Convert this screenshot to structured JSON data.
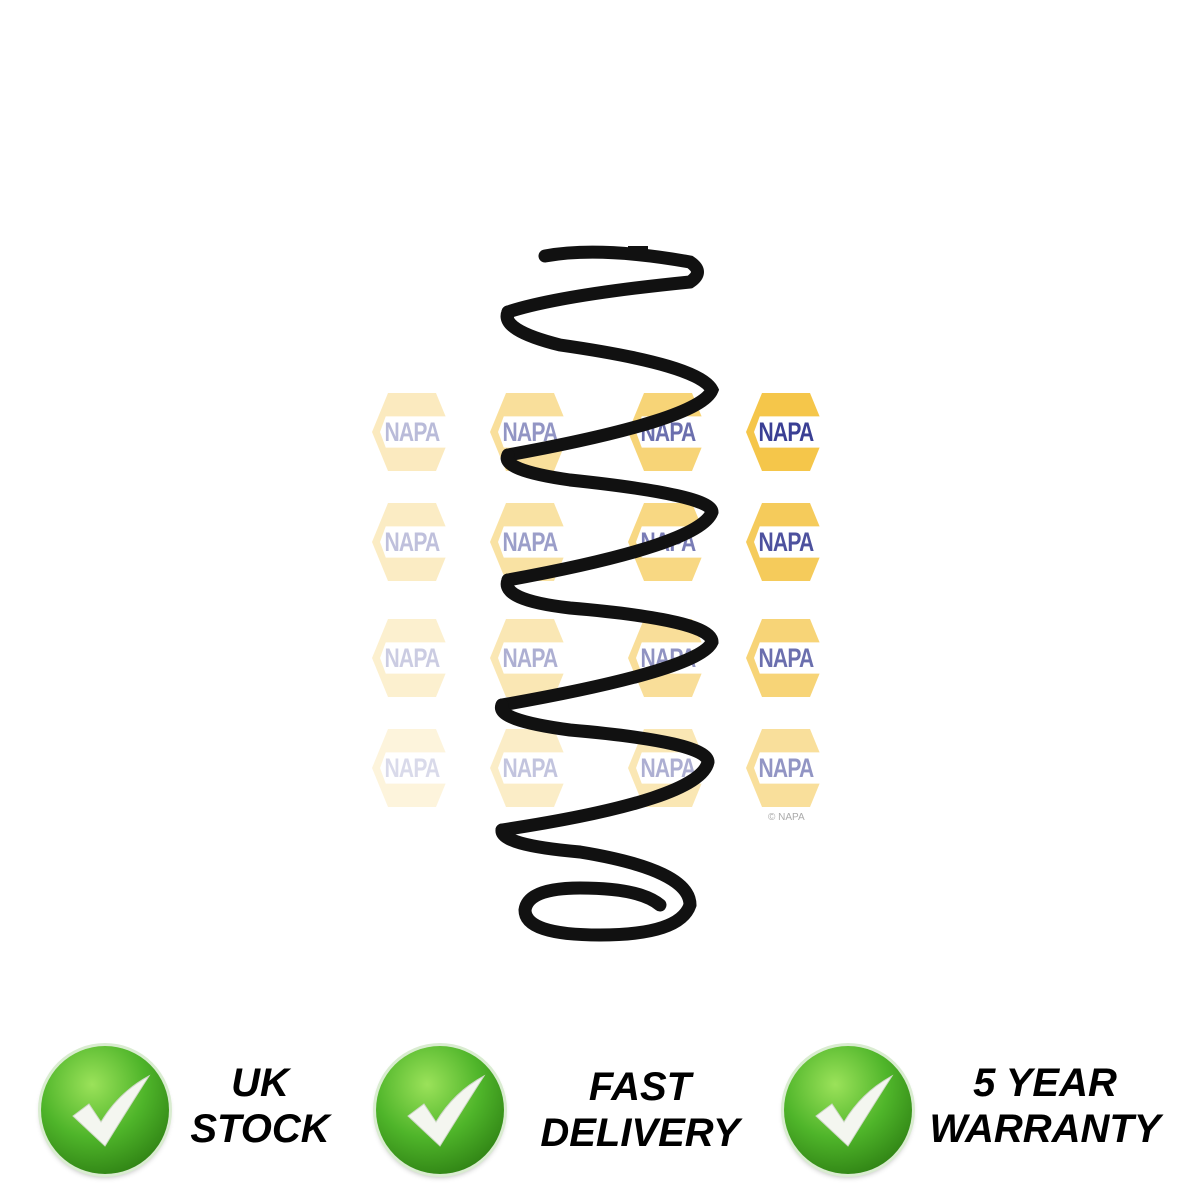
{
  "watermark": {
    "logo_text": "NAPA",
    "copyright": "© NAPA"
  },
  "badges": [
    {
      "icon": "check-icon",
      "line1": "UK",
      "line2": "STOCK"
    },
    {
      "icon": "check-icon",
      "line1": "FAST",
      "line2": "DELIVERY"
    },
    {
      "icon": "check-icon",
      "line1": "5 YEAR",
      "line2": "WARRANTY"
    }
  ],
  "colors": {
    "badge_green": "#4fb52a",
    "napa_yellow": "#f5c64a",
    "napa_blue": "#3a3f94"
  }
}
